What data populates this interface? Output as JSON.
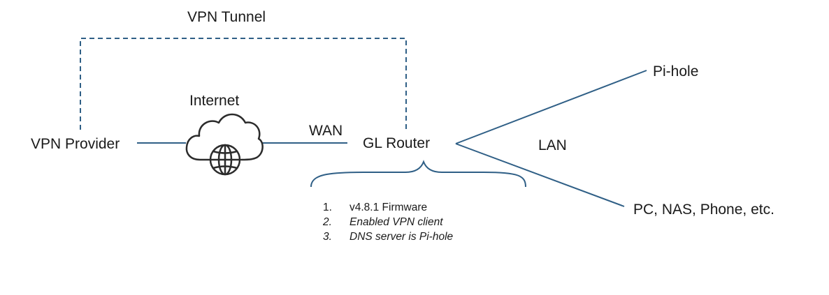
{
  "labels": {
    "vpn_tunnel": "VPN Tunnel",
    "internet": "Internet",
    "vpn_provider": "VPN Provider",
    "wan": "WAN",
    "gl_router": "GL Router",
    "lan": "LAN",
    "pihole": "Pi-hole",
    "pc_nas": "PC, NAS, Phone, etc."
  },
  "notes": [
    {
      "num": "1.",
      "text": "v4.8.1 Firmware",
      "italic": false
    },
    {
      "num": "2.",
      "text": "Enabled VPN client",
      "italic": true
    },
    {
      "num": "3.",
      "text": "DNS server is Pi-hole",
      "italic": true
    }
  ],
  "colors": {
    "line": "#2f5f86",
    "icon": "#2b2b2b",
    "text": "#1a1a1a"
  },
  "icons": {
    "internet": "cloud-globe-icon"
  }
}
